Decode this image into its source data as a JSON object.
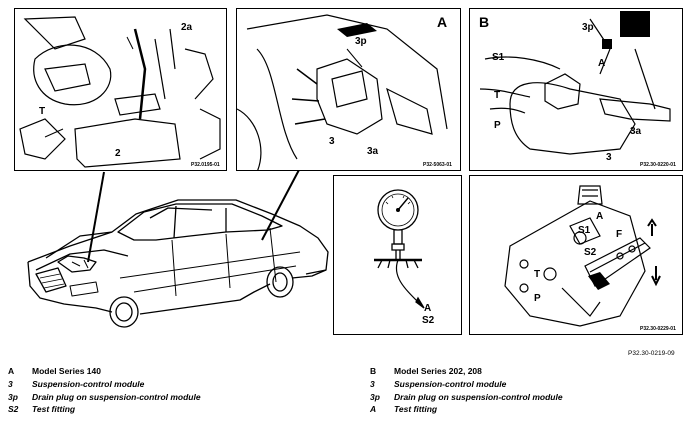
{
  "figure_code": "P32.30-0219-09",
  "panels": {
    "engine": {
      "labels": {
        "l2a": "2a",
        "lT": "T",
        "l2": "2"
      },
      "code": "P32.0195-01"
    },
    "A": {
      "letter": "A",
      "labels": {
        "l3p": "3p",
        "l3": "3",
        "l3a": "3a"
      },
      "code": "P32-5063-01"
    },
    "B": {
      "letter": "B",
      "labels": {
        "l3p": "3p",
        "lS1": "S1",
        "lA": "A",
        "lT": "T",
        "lP": "P",
        "l3a": "3a",
        "l3": "3"
      },
      "code": "P32.30-0220-01"
    },
    "gauge": {
      "labels": {
        "lA": "A",
        "lS2": "S2"
      }
    },
    "module": {
      "labels": {
        "lA": "A",
        "lS1": "S1",
        "lF": "F",
        "lS2": "S2",
        "lT": "T",
        "lP": "P"
      },
      "code": "P32.30-0229-01"
    }
  },
  "legend_left": [
    {
      "key": "A",
      "text": "Model Series 140",
      "style": "bold"
    },
    {
      "key": "3",
      "text": "Suspension-control module",
      "style": "ital"
    },
    {
      "key": "3p",
      "text": "Drain plug on suspension-control module",
      "style": "ital"
    },
    {
      "key": "S2",
      "text": "Test fitting",
      "style": "ital"
    }
  ],
  "legend_right": [
    {
      "key": "B",
      "text": "Model Series 202, 208",
      "style": "bold"
    },
    {
      "key": "3",
      "text": "Suspension-control module",
      "style": "ital"
    },
    {
      "key": "3p",
      "text": "Drain plug on suspension-control module",
      "style": "ital"
    },
    {
      "key": "A",
      "text": "Test fitting",
      "style": "ital"
    }
  ]
}
